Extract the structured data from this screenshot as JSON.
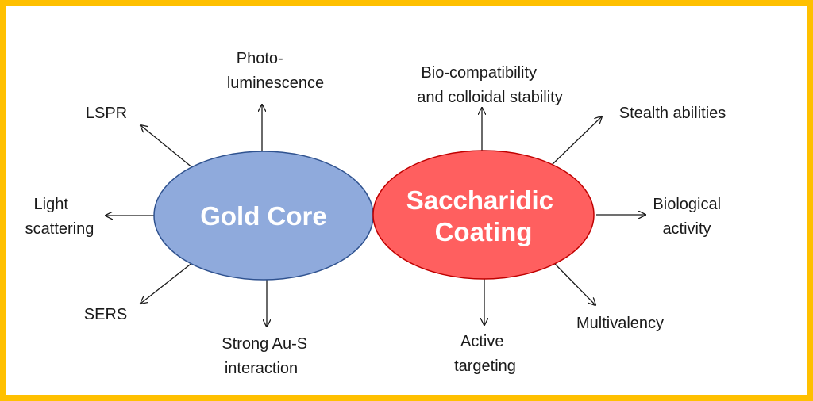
{
  "colors": {
    "frame_border": "#ffc000",
    "gold_core_fill": "#8faadc",
    "gold_core_stroke": "#2f528f",
    "coating_fill": "#ff5f5f",
    "coating_stroke": "#c00000",
    "arrow": "#1a1a1a"
  },
  "gold_core": {
    "title": "Gold Core",
    "properties": {
      "photoluminescence": [
        "Photo-",
        "luminescence"
      ],
      "lspr": [
        "LSPR"
      ],
      "light_scattering": [
        "Light",
        "scattering"
      ],
      "sers": [
        "SERS"
      ],
      "au_s": [
        "Strong Au-S",
        "interaction"
      ]
    }
  },
  "coating": {
    "title_lines": [
      "Saccharidic",
      "Coating"
    ],
    "properties": {
      "biocompat": [
        "Bio-compatibility",
        "and colloidal stability"
      ],
      "stealth": [
        "Stealth abilities"
      ],
      "bio_activity": [
        "Biological",
        "activity"
      ],
      "multivalency": [
        "Multivalency"
      ],
      "targeting": [
        "Active",
        "targeting"
      ]
    }
  }
}
